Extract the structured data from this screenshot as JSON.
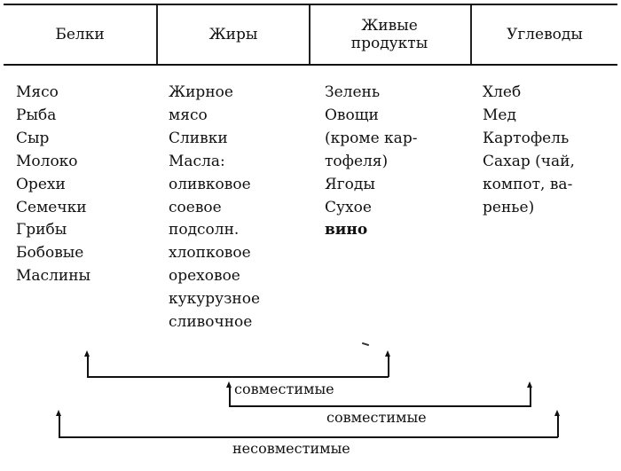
{
  "table": {
    "headers": [
      {
        "lines": [
          "Белки"
        ]
      },
      {
        "lines": [
          "Жиры"
        ]
      },
      {
        "lines": [
          "Живые",
          "продукты"
        ]
      },
      {
        "lines": [
          "Углеводы"
        ]
      }
    ],
    "columns": [
      {
        "items": [
          "Мясо",
          "Рыба",
          "Сыр",
          "Молоко",
          "Орехи",
          "Семечки",
          "Грибы",
          "Бобовые",
          "Маслины"
        ]
      },
      {
        "items": [
          "Жирное",
          "мясо",
          "Сливки",
          "Масла:",
          "оливковое",
          "соевое",
          "подсолн.",
          "хлопковое",
          "ореховое",
          "кукурузное",
          "сливочное"
        ]
      },
      {
        "items": [
          "Зелень",
          "Овощи",
          "(кроме кар-",
          "тофеля)",
          "Ягоды",
          "Сухое",
          "вино"
        ]
      },
      {
        "items": [
          "Хлеб",
          "Мед",
          "Картофель",
          "Сахар (чай,",
          "компот, ва-",
          "ренье)"
        ]
      }
    ]
  },
  "brackets": [
    {
      "label": ""
    },
    {
      "label": "совместимые"
    },
    {
      "label": "совместимые"
    },
    {
      "label": "несовместимые"
    }
  ]
}
